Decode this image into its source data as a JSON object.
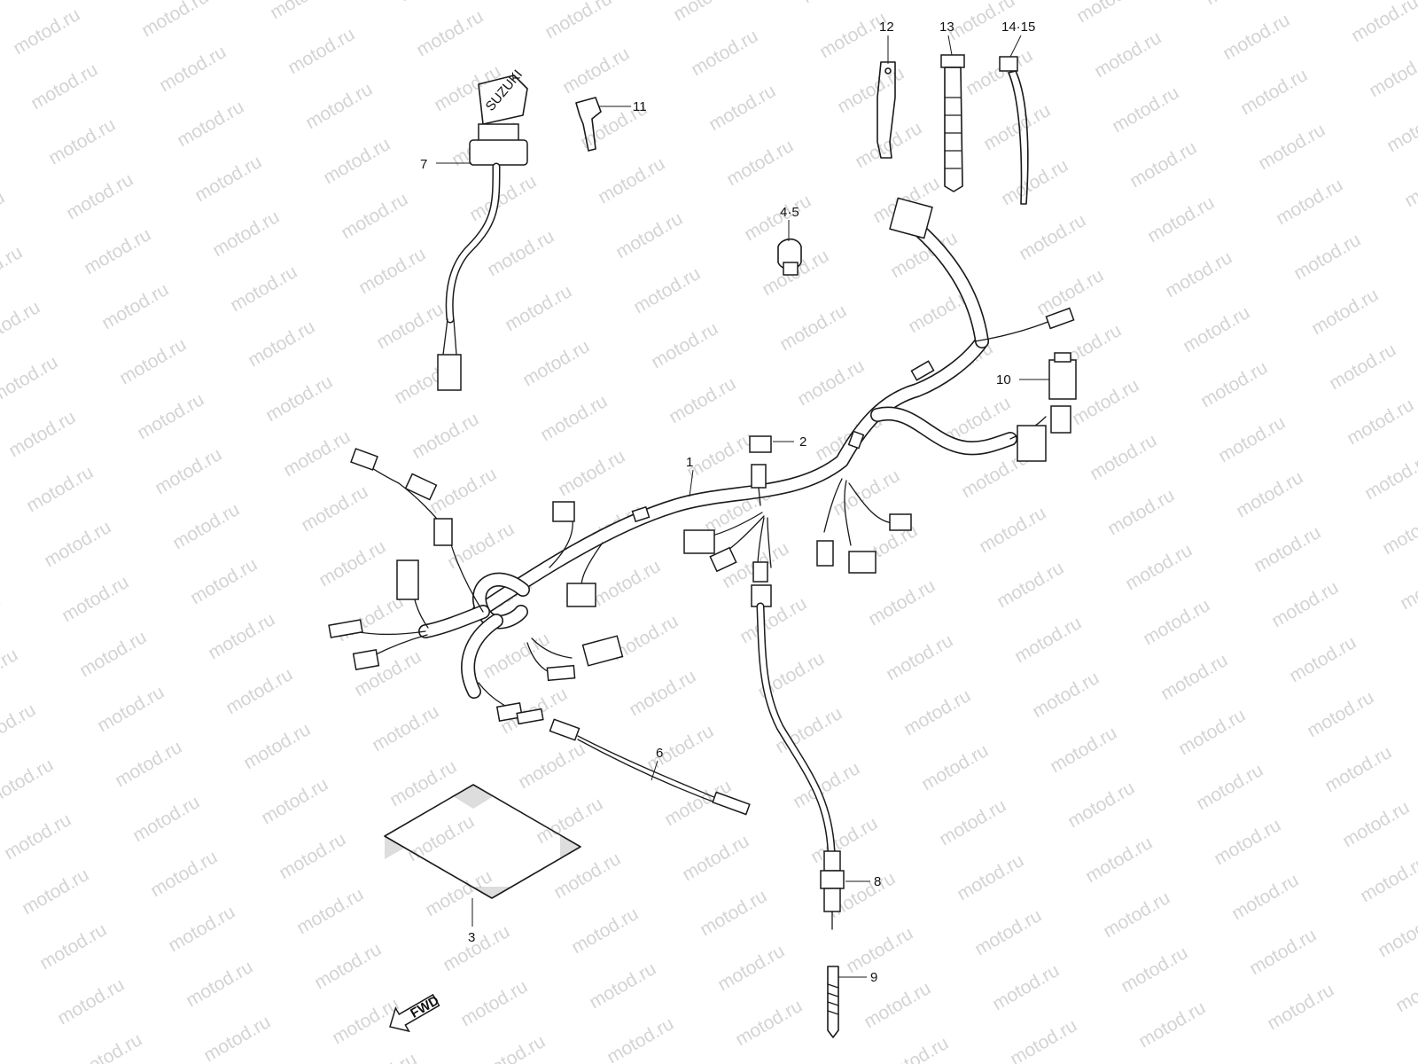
{
  "watermark": {
    "text": "motod.ru",
    "color": "#d4d4d4"
  },
  "callouts": {
    "harness": "1",
    "fuse": "2",
    "mat": "3",
    "clamp": "4·5",
    "lead_wire": "6",
    "ignition_switch": "7",
    "sensor": "8",
    "sensor_probe": "9",
    "relay": "10",
    "key": "11",
    "clamp_strap": "12",
    "band": "13",
    "cable_tie": "14·15"
  },
  "brand_mark": "SUZUKI",
  "fwd_label": "FWD",
  "colors": {
    "line": "#1a1a1a",
    "paper": "#ffffff"
  }
}
